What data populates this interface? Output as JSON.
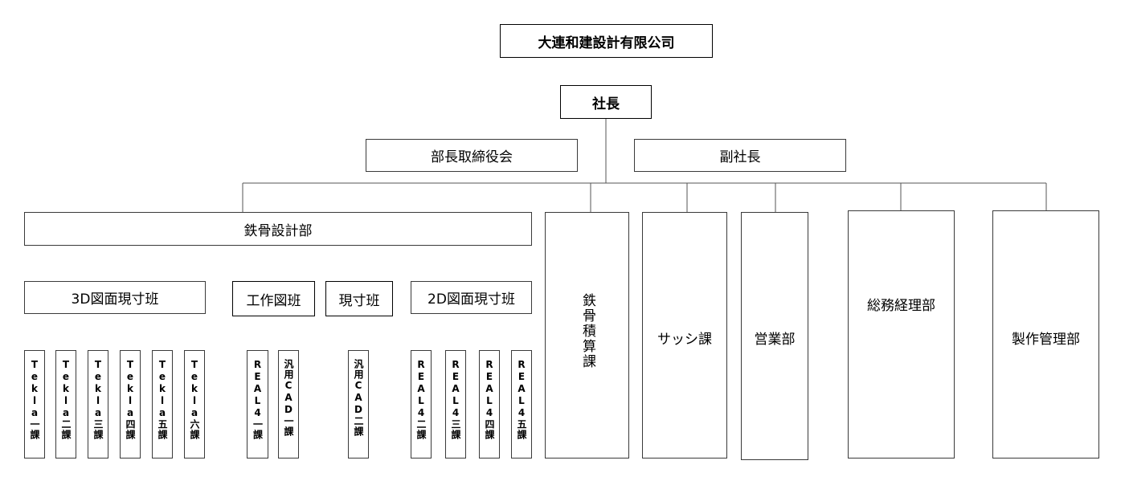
{
  "company": "大連和建設計有限公司",
  "president": "社長",
  "board": "部長取締役会",
  "vice_president": "副社長",
  "steel_design": {
    "name": "鉄骨設計部",
    "teams": [
      {
        "name": "3D図面現寸班",
        "units": [
          "Tekla一課",
          "Tekla二課",
          "Tekla三課",
          "Tekla四課",
          "Tekla五課",
          "Tekla六課"
        ]
      },
      {
        "name": "工作図班",
        "units": [
          "REAL4一課",
          "汎用CAD一課"
        ]
      },
      {
        "name": "現寸班",
        "units": [
          "汎用CAD二課"
        ]
      },
      {
        "name": "2D図面現寸班",
        "units": [
          "REAL4二課",
          "REAL4三課",
          "REAL4四課",
          "REAL4五課"
        ]
      }
    ]
  },
  "departments": [
    "鉄骨積算課",
    "サッシ課",
    "営業部",
    "総務経理部",
    "製作管理部"
  ]
}
